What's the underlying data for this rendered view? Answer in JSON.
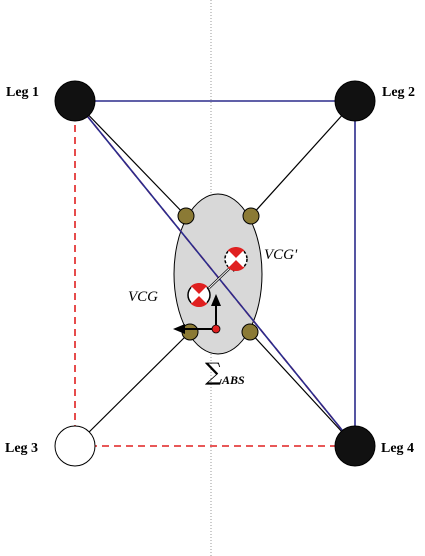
{
  "legs": [
    {
      "id": "leg-1",
      "label": "Leg 1",
      "contact": "stance"
    },
    {
      "id": "leg-2",
      "label": "Leg 2",
      "contact": "stance"
    },
    {
      "id": "leg-3",
      "label": "Leg 3",
      "contact": "swing"
    },
    {
      "id": "leg-4",
      "label": "Leg 4",
      "contact": "stance"
    }
  ],
  "labels": {
    "vcg": "VCG",
    "vcg_prime": "VCG'",
    "frame_sigma": "∑",
    "frame_subscript": "ABS"
  },
  "colors": {
    "stance_leg": "#111111",
    "swing_leg": "#ffffff",
    "support_polygon_blue": "#2b2b8c",
    "support_polygon_red_dashed": "#e02020",
    "body": "#d8d8d8",
    "hip_joint": "#8b7a35",
    "centerline": "#999999"
  }
}
